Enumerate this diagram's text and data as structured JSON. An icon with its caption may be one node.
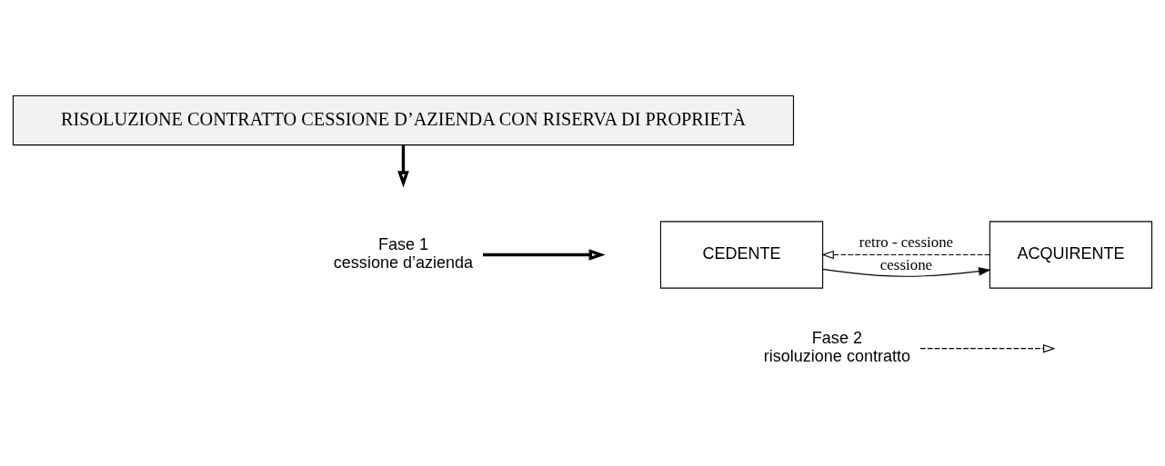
{
  "diagram": {
    "nodes": [
      {
        "text": [
          "RISOLUZIONE CONTRATTO CESSIONE D’AZIENDA CON RISERVA DI PROPRIETÀ"
        ]
      },
      {
        "text": [
          "Fase 1",
          "cessione d’azienda"
        ]
      },
      {
        "text": [
          "CEDENTE"
        ]
      },
      {
        "text": [
          "ACQUIRENTE"
        ]
      },
      {
        "text": [
          "Fase 2",
          "risoluzione contratto"
        ]
      }
    ],
    "edges": [
      {
        "from": 0,
        "to": null,
        "arrow": "to",
        "style": "thick"
      },
      {
        "from": 1,
        "to": null,
        "arrow": "to",
        "style": "thick"
      },
      {
        "from": 2,
        "to": 3,
        "arrow": "to",
        "label": "cessione"
      },
      {
        "from": 4,
        "to": null,
        "arrow": "to",
        "style": "dashed"
      },
      {
        "from": 3,
        "to": 2,
        "arrow": "to",
        "label": "retro - cessione",
        "style": "dashed"
      }
    ]
  }
}
